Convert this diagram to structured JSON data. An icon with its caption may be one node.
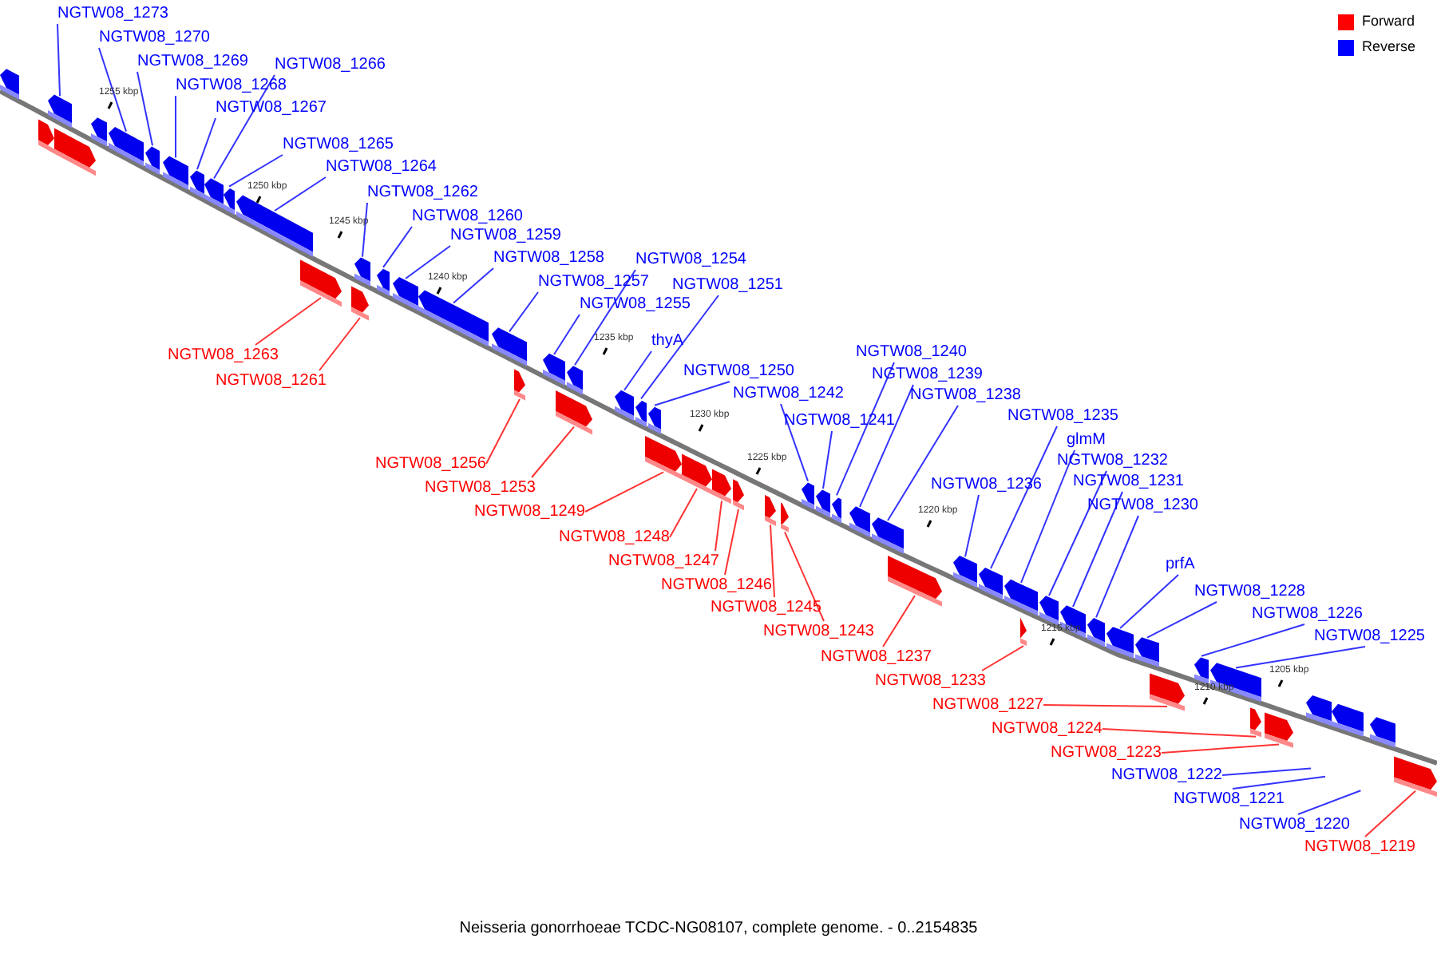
{
  "diagram": {
    "caption": "Neisseria gonorrhoeae TCDC-NG08107, complete genome. - 0..2154835",
    "nodes": [
      {
        "text": [
          "NGTW08_1273"
        ]
      },
      {
        "text": [
          "NGTW08_1270"
        ]
      },
      {
        "text": [
          "NGTW08_1269"
        ]
      },
      {
        "text": [
          "NGTW08_1268"
        ]
      },
      {
        "text": [
          "NGTW08_1267"
        ]
      },
      {
        "text": [
          "NGTW08_1266"
        ]
      },
      {
        "text": [
          "NGTW08_1265"
        ]
      },
      {
        "text": [
          "NGTW08_1264"
        ]
      },
      {
        "text": [
          "NGTW08_1262"
        ]
      },
      {
        "text": [
          "NGTW08_1260"
        ]
      },
      {
        "text": [
          "NGTW08_1259"
        ]
      },
      {
        "text": [
          "NGTW08_1258"
        ]
      },
      {
        "text": [
          "NGTW08_1257"
        ]
      },
      {
        "text": [
          "NGTW08_1255"
        ]
      },
      {
        "text": [
          "NGTW08_1254"
        ]
      },
      {
        "text": [
          "NGTW08_1251"
        ]
      },
      {
        "text": [
          "thyA"
        ]
      },
      {
        "text": [
          "NGTW08_1250"
        ]
      },
      {
        "text": [
          "NGTW08_1242"
        ]
      },
      {
        "text": [
          "NGTW08_1241"
        ]
      },
      {
        "text": [
          "NGTW08_1240"
        ]
      },
      {
        "text": [
          "NGTW08_1239"
        ]
      },
      {
        "text": [
          "NGTW08_1238"
        ]
      },
      {
        "text": [
          "NGTW08_1236"
        ]
      },
      {
        "text": [
          "NGTW08_1235"
        ]
      },
      {
        "text": [
          "glmM"
        ]
      },
      {
        "text": [
          "NGTW08_1232"
        ]
      },
      {
        "text": [
          "NGTW08_1231"
        ]
      },
      {
        "text": [
          "NGTW08_1230"
        ]
      },
      {
        "text": [
          "prfA"
        ]
      },
      {
        "text": [
          "NGTW08_1228"
        ]
      },
      {
        "text": [
          "NGTW08_1226"
        ]
      },
      {
        "text": [
          "NGTW08_1225"
        ]
      },
      {
        "text": [
          "NGTW08_1222"
        ]
      },
      {
        "text": [
          "NGTW08_1221"
        ]
      },
      {
        "text": [
          "NGTW08_1220"
        ]
      },
      {
        "text": [
          "NGTW08_1263"
        ]
      },
      {
        "text": [
          "NGTW08_1261"
        ]
      },
      {
        "text": [
          "NGTW08_1256"
        ]
      },
      {
        "text": [
          "NGTW08_1253"
        ]
      },
      {
        "text": [
          "NGTW08_1249"
        ]
      },
      {
        "text": [
          "NGTW08_1248"
        ]
      },
      {
        "text": [
          "NGTW08_1247"
        ]
      },
      {
        "text": [
          "NGTW08_1246"
        ]
      },
      {
        "text": [
          "NGTW08_1245"
        ]
      },
      {
        "text": [
          "NGTW08_1243"
        ]
      },
      {
        "text": [
          "NGTW08_1237"
        ]
      },
      {
        "text": [
          "NGTW08_1233"
        ]
      },
      {
        "text": [
          "NGTW08_1227"
        ]
      },
      {
        "text": [
          "NGTW08_1224"
        ]
      },
      {
        "text": [
          "NGTW08_1223"
        ]
      },
      {
        "text": [
          "NGTW08_1219"
        ]
      },
      {
        "text": [],
        "shape": "arrow"
      },
      {
        "text": [],
        "shape": "arrow"
      },
      {
        "text": [],
        "shape": "arrow"
      },
      {
        "text": [],
        "shape": "arrow"
      },
      {
        "text": [],
        "shape": "arrow"
      },
      {
        "text": [],
        "shape": "arrow"
      },
      {
        "text": [],
        "shape": "arrow"
      },
      {
        "text": [],
        "shape": "arrow"
      },
      {
        "text": [],
        "shape": "arrow"
      },
      {
        "text": [],
        "shape": "arrow"
      },
      {
        "text": [],
        "shape": "arrow"
      },
      {
        "text": [],
        "shape": "arrow"
      },
      {
        "text": [],
        "shape": "arrow"
      },
      {
        "text": [],
        "shape": "arrow"
      },
      {
        "text": [],
        "shape": "arrow"
      },
      {
        "text": [],
        "shape": "arrow"
      },
      {
        "text": [],
        "shape": "arrow"
      },
      {
        "text": [],
        "shape": "arrow"
      },
      {
        "text": [],
        "shape": "arrow"
      },
      {
        "text": [],
        "shape": "arrow"
      },
      {
        "text": [],
        "shape": "arrow"
      },
      {
        "text": [],
        "shape": "arrow"
      },
      {
        "text": [],
        "shape": "arrow"
      },
      {
        "text": [],
        "shape": "arrow"
      },
      {
        "text": [],
        "shape": "arrow"
      },
      {
        "text": [],
        "shape": "arrow"
      },
      {
        "text": [],
        "shape": "arrow"
      },
      {
        "text": [],
        "shape": "arrow"
      },
      {
        "text": [],
        "shape": "arrow"
      },
      {
        "text": [],
        "shape": "arrow"
      },
      {
        "text": [],
        "shape": "arrow"
      },
      {
        "text": [],
        "shape": "arrow"
      },
      {
        "text": [],
        "shape": "arrow"
      },
      {
        "text": [],
        "shape": "arrow"
      },
      {
        "text": [],
        "shape": "arrow"
      },
      {
        "text": [],
        "shape": "arrow"
      },
      {
        "text": [],
        "shape": "arrow"
      },
      {
        "text": [],
        "shape": "arrow"
      },
      {
        "text": [],
        "shape": "arrow"
      },
      {
        "text": [],
        "shape": "arrow"
      },
      {
        "text": [],
        "shape": "arrow"
      },
      {
        "text": [],
        "shape": "arrow"
      },
      {
        "text": [],
        "shape": "arrow"
      },
      {
        "text": [],
        "shape": "arrow"
      },
      {
        "text": [],
        "shape": "arrow"
      },
      {
        "text": [],
        "shape": "arrow"
      },
      {
        "text": [],
        "shape": "arrow"
      },
      {
        "text": [],
        "shape": "arrow"
      },
      {
        "text": [],
        "shape": "arrow"
      },
      {
        "text": [],
        "shape": "arrow"
      },
      {
        "text": [],
        "shape": "arrow"
      },
      {
        "text": [],
        "shape": "arrow"
      },
      {
        "text": [],
        "shape": "arrow"
      },
      {
        "text": [],
        "shape": "arrow"
      },
      {
        "text": [],
        "shape": "arrow"
      },
      {
        "text": [],
        "shape": "arrow"
      }
    ],
    "edges": [
      {
        "from": 0,
        "to": 52,
        "arrow": "none"
      },
      {
        "from": 1,
        "to": 53,
        "arrow": "none"
      },
      {
        "from": 2,
        "to": 54,
        "arrow": "none"
      },
      {
        "from": 3,
        "to": 55,
        "arrow": "none"
      },
      {
        "from": 4,
        "to": 56,
        "arrow": "none"
      },
      {
        "from": 5,
        "to": 57,
        "arrow": "none"
      },
      {
        "from": 6,
        "to": 58,
        "arrow": "none"
      },
      {
        "from": 7,
        "to": 59,
        "arrow": "none"
      },
      {
        "from": 8,
        "to": 62,
        "arrow": "none"
      },
      {
        "from": 9,
        "to": 63,
        "arrow": "none"
      },
      {
        "from": 10,
        "to": 64,
        "arrow": "none"
      },
      {
        "from": 11,
        "to": 65,
        "arrow": "none"
      },
      {
        "from": 12,
        "to": 66,
        "arrow": "none"
      },
      {
        "from": 13,
        "to": 68,
        "arrow": "none"
      },
      {
        "from": 14,
        "to": 70,
        "arrow": "none"
      },
      {
        "from": 15,
        "to": 72,
        "arrow": "none"
      },
      {
        "from": 16,
        "to": 71,
        "arrow": "none"
      },
      {
        "from": 17,
        "to": 74,
        "arrow": "none"
      },
      {
        "from": 18,
        "to": 80,
        "arrow": "none"
      },
      {
        "from": 19,
        "to": 81,
        "arrow": "none"
      },
      {
        "from": 20,
        "to": 82,
        "arrow": "none"
      },
      {
        "from": 21,
        "to": 83,
        "arrow": "none"
      },
      {
        "from": 22,
        "to": 84,
        "arrow": "none"
      },
      {
        "from": 23,
        "to": 86,
        "arrow": "none"
      },
      {
        "from": 24,
        "to": 87,
        "arrow": "none"
      },
      {
        "from": 25,
        "to": 88,
        "arrow": "none"
      },
      {
        "from": 26,
        "to": 90,
        "arrow": "none"
      },
      {
        "from": 27,
        "to": 91,
        "arrow": "none"
      },
      {
        "from": 28,
        "to": 92,
        "arrow": "none"
      },
      {
        "from": 29,
        "to": 93,
        "arrow": "none"
      },
      {
        "from": 30,
        "to": 94,
        "arrow": "none"
      },
      {
        "from": 31,
        "to": 96,
        "arrow": "none"
      },
      {
        "from": 32,
        "to": 97,
        "arrow": "none"
      },
      {
        "from": 33,
        "to": null,
        "arrow": "none"
      },
      {
        "from": 34,
        "to": null,
        "arrow": "none"
      },
      {
        "from": 35,
        "to": null,
        "arrow": "none"
      },
      {
        "from": 36,
        "to": 60,
        "arrow": "none",
        "color": "#ff0000"
      },
      {
        "from": 37,
        "to": 61,
        "arrow": "none",
        "color": "#ff0000"
      },
      {
        "from": 38,
        "to": 67,
        "arrow": "none",
        "color": "#ff0000"
      },
      {
        "from": 39,
        "to": 69,
        "arrow": "none",
        "color": "#ff0000"
      },
      {
        "from": 40,
        "to": 73,
        "arrow": "none",
        "color": "#ff0000"
      },
      {
        "from": 41,
        "to": 75,
        "arrow": "none",
        "color": "#ff0000"
      },
      {
        "from": 42,
        "to": 76,
        "arrow": "none",
        "color": "#ff0000"
      },
      {
        "from": 43,
        "to": 77,
        "arrow": "none",
        "color": "#ff0000"
      },
      {
        "from": 44,
        "to": 78,
        "arrow": "none",
        "color": "#ff0000"
      },
      {
        "from": 45,
        "to": 79,
        "arrow": "none",
        "color": "#ff0000"
      },
      {
        "from": 46,
        "to": 85,
        "arrow": "none",
        "color": "#ff0000"
      },
      {
        "from": 47,
        "to": 89,
        "arrow": "none",
        "color": "#ff0000"
      },
      {
        "from": 48,
        "to": 95,
        "arrow": "none",
        "color": "#ff0000"
      },
      {
        "from": 49,
        "to": 98,
        "arrow": "none",
        "color": "#ff0000"
      },
      {
        "from": 50,
        "to": 99,
        "arrow": "none",
        "color": "#ff0000"
      },
      {
        "from": 51,
        "to": 100,
        "arrow": "none",
        "color": "#ff0000"
      }
    ],
    "labels": [
      "1255 kbp",
      "1250 kbp",
      "1245 kbp",
      "1240 kbp",
      "1235 kbp",
      "1230 kbp",
      "1225 kbp",
      "1220 kbp",
      "1215 kbp",
      "1210 kbp",
      "1205 kbp"
    ],
    "legend": [
      {
        "text": "Forward",
        "color": "#ff0000"
      },
      {
        "text": "Reverse",
        "color": "#0000ff"
      }
    ]
  }
}
